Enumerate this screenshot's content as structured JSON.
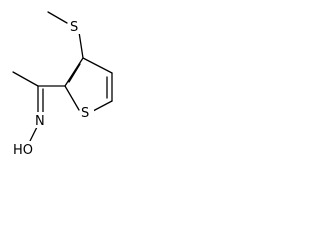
{
  "molecule": {
    "atoms": {
      "thiophene_sulfur": "S",
      "thioether_sulfur": "S",
      "oxime_nitrogen": "N",
      "hydroxyl": "HO"
    },
    "colors": {
      "bond": "#000000",
      "label": "#000000",
      "background": "#ffffff"
    }
  }
}
